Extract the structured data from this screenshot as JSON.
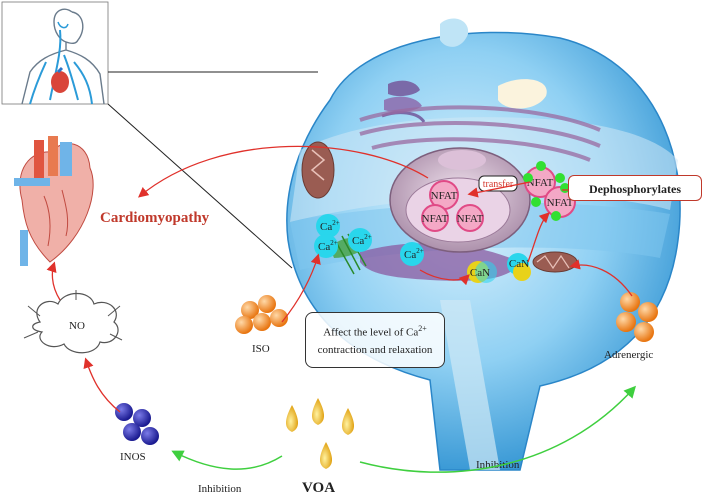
{
  "labels": {
    "cardiomyopathy": "Cardiomyopathy",
    "dephosphorylates": "Dephosphorylates",
    "transfer": "transfer",
    "nfat": "NFAT",
    "ca": "Ca",
    "ca_sup": "2+",
    "can": "CaN",
    "no": "NO",
    "iso": "ISO",
    "inos": "INOS",
    "voa": "VOA",
    "adrenergic": "Adrenergic",
    "inhibition_left": "Inhibition",
    "inhibition_right": "Inhibition",
    "affect_line1_pre": "Affect the level of Ca",
    "affect_line1_sup": "2+",
    "affect_line2": "contraction and relaxation"
  },
  "colors": {
    "red_arrow": "#e0312b",
    "green_arrow": "#3fcf3f",
    "cell_blue": "#4fb3e8",
    "nfat_pink": "#f06aa0",
    "ca_cyan": "#27d3e8",
    "can_yellow": "#e8d21a",
    "iso_orange": "#f0902a",
    "adrenergic_orange": "#f06e1a",
    "inos_blue": "#2626a8",
    "voa_gold": "#f0b81a"
  }
}
